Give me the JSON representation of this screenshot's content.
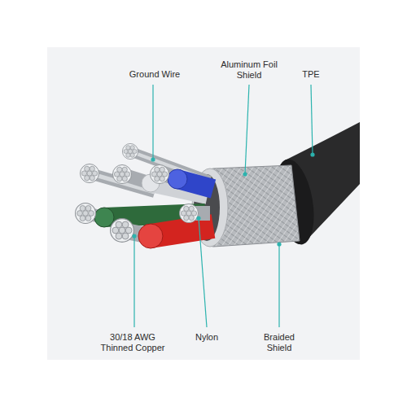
{
  "diagram": {
    "labels": [
      "Ground Wire",
      "Aluminum Foil Shield",
      "TPE",
      "30/18 AWG Thinned Copper",
      "Nylon",
      "Braided Shield"
    ]
  }
}
